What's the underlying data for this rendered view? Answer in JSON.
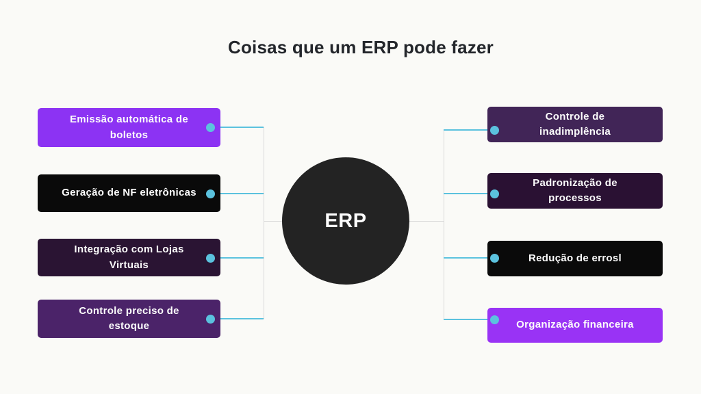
{
  "title": "Coisas que um ERP pode fazer",
  "center_node": {
    "label": "ERP",
    "bg": "#232323",
    "text_color": "#fcfcfc"
  },
  "colors": {
    "page_background": "#fafaf7",
    "accent_cyan": "#5bc2de",
    "tree_line_gray": "#d9d9d9",
    "title_text": "#23262b",
    "box_text": "#fcfcfc"
  },
  "left_items": [
    {
      "label": "Emissão automática de\nboletos",
      "bg": "#8c33f3"
    },
    {
      "label": "Geração de NF eletrônicas",
      "bg": "#0a0a0a"
    },
    {
      "label": "Integração com Lojas\nVirtuais",
      "bg": "#2a1433"
    },
    {
      "label": "Controle preciso de\nestoque",
      "bg": "#4b2369"
    }
  ],
  "right_items": [
    {
      "label": "Controle de\ninadimplência",
      "bg": "#412557"
    },
    {
      "label": "Padronização de\nprocessos",
      "bg": "#2a1133"
    },
    {
      "label": "Redução de errosl",
      "bg": "#0a0a0a"
    },
    {
      "label": "Organização financeira",
      "bg": "#9933f5"
    }
  ]
}
